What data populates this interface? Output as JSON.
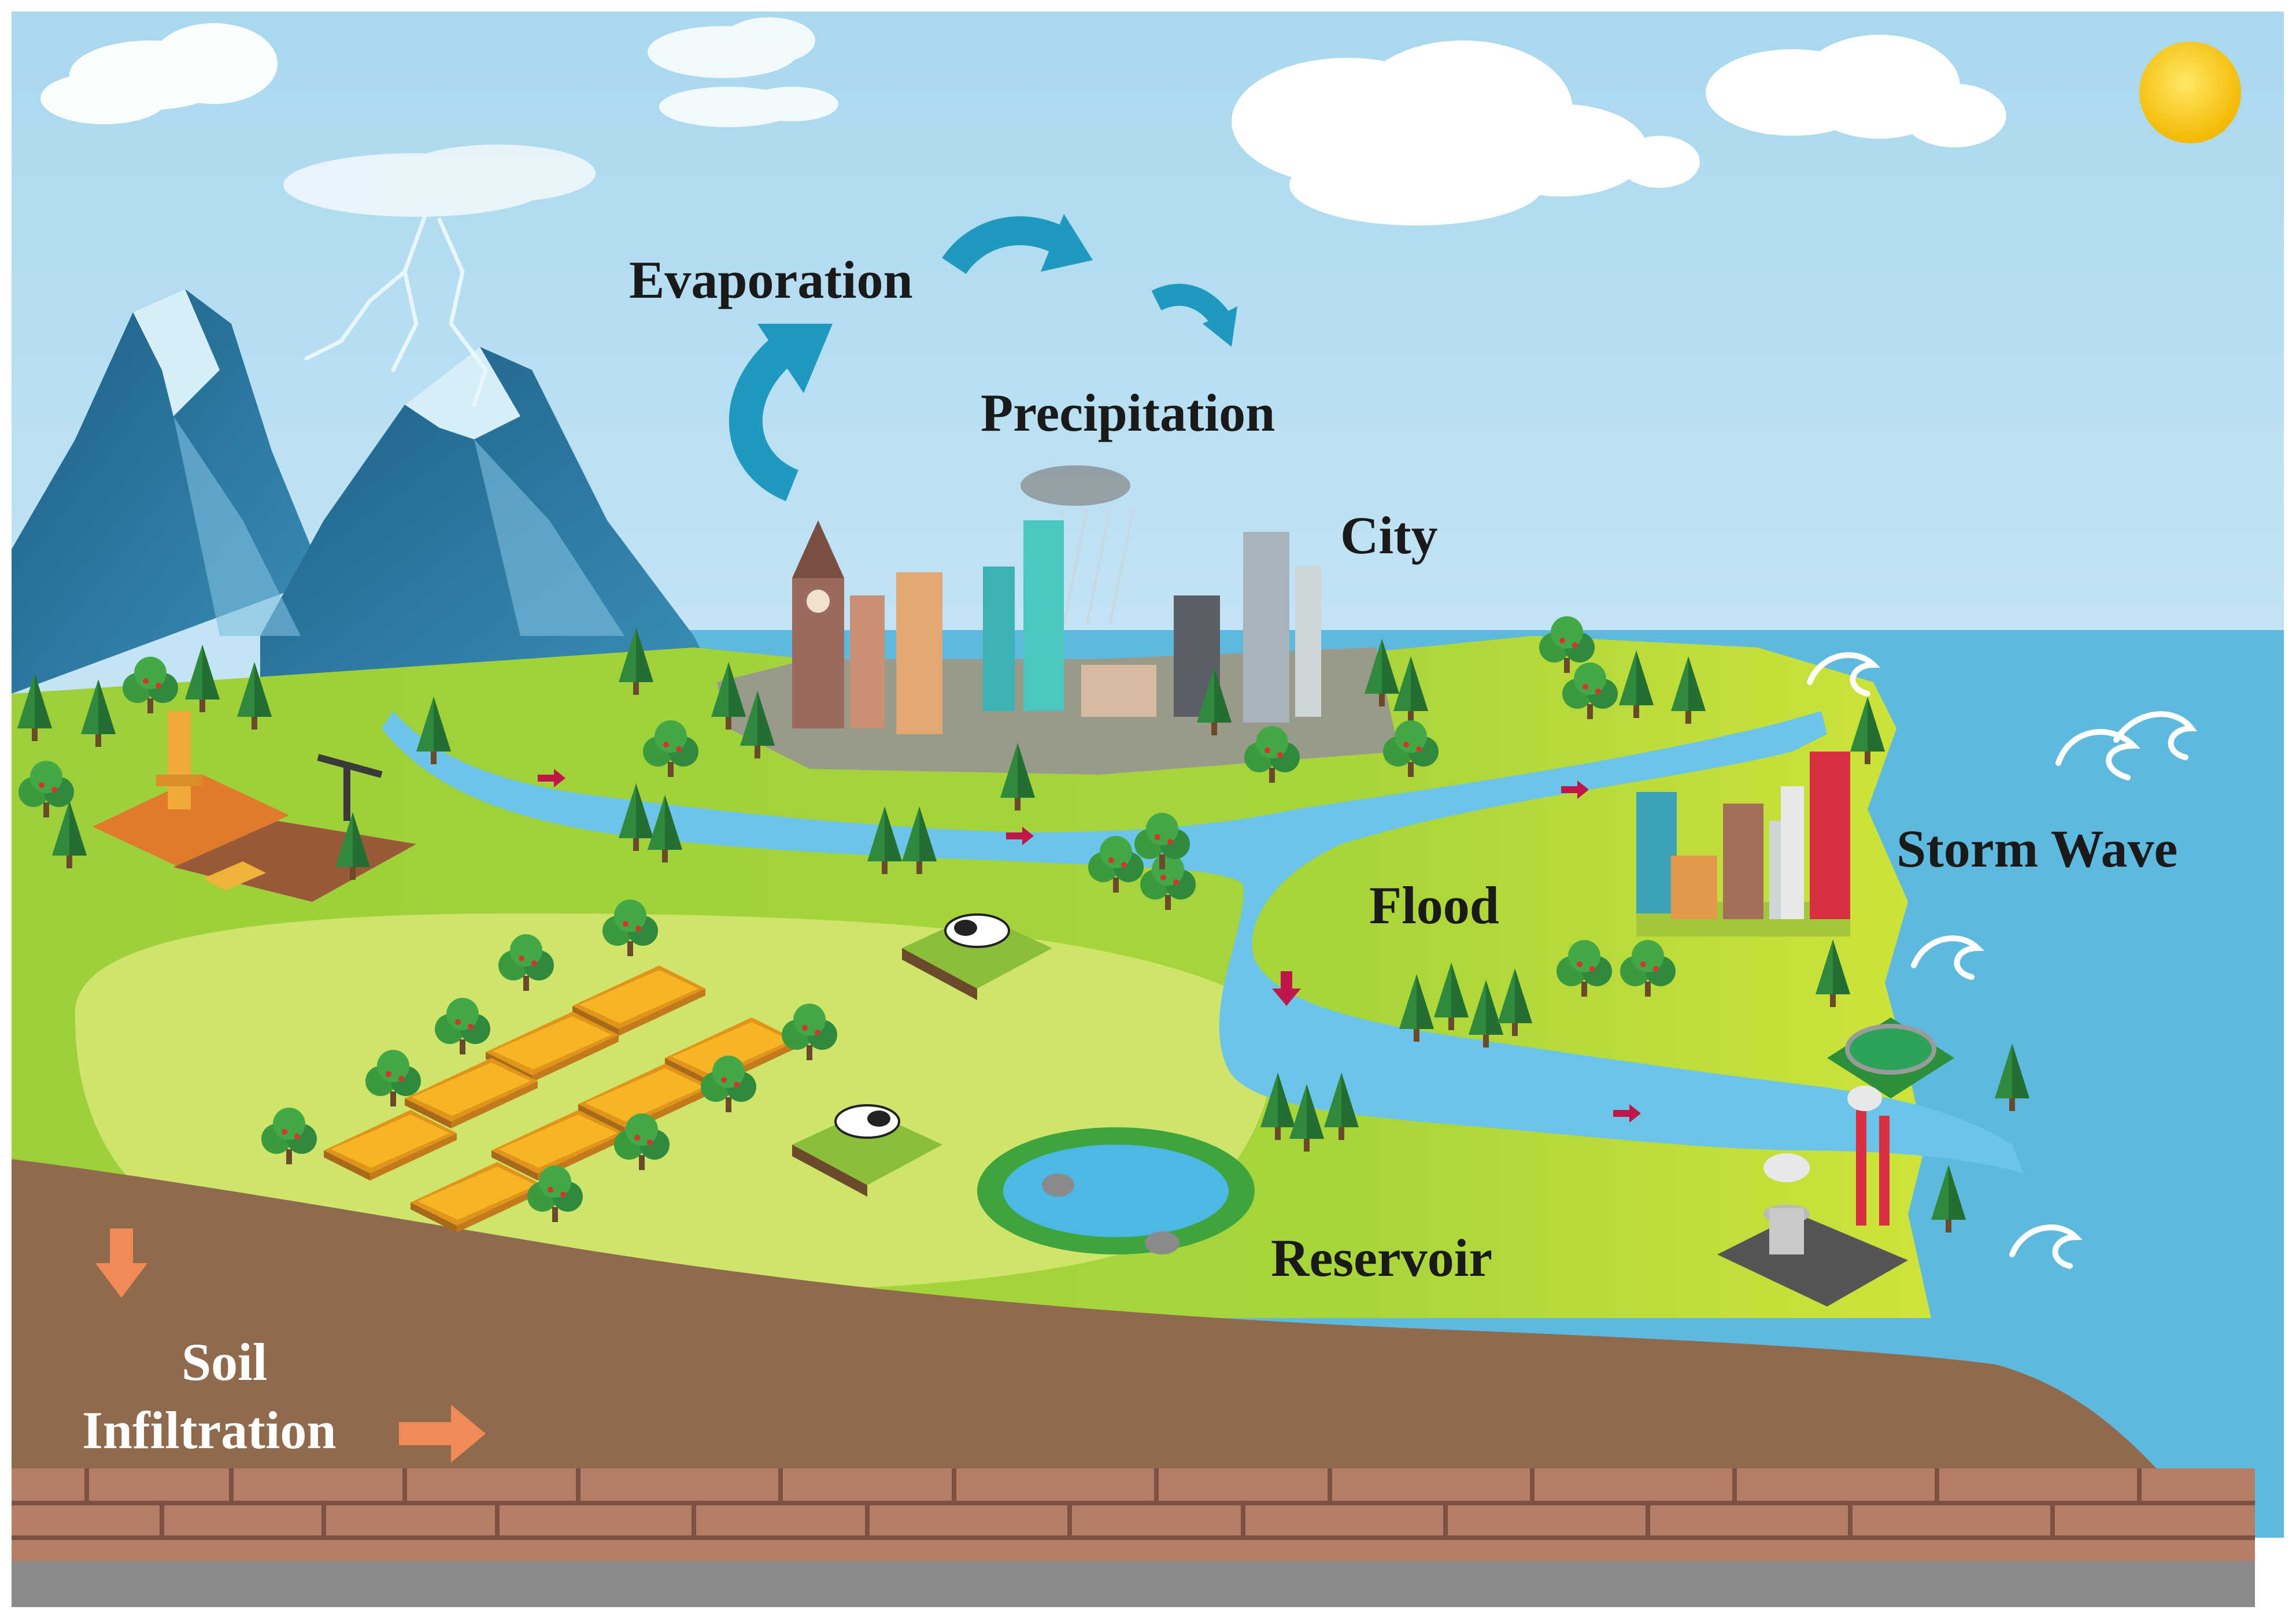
{
  "labels": {
    "evaporation": "Evaporation",
    "precipitation": "Precipitation",
    "city": "City",
    "flood": "Flood",
    "storm_wave": "Storm Wave",
    "reservoir": "Reservoir",
    "soil": "Soil",
    "infiltration": "Infiltration"
  },
  "colors": {
    "sky_top": "#a9d8ef",
    "sky_bottom": "#e6f4fa",
    "sea": "#5db9de",
    "land_light": "#c8dd3a",
    "land_mid": "#9ccf3a",
    "field_pale": "#cfe46a",
    "river": "#6cc4e8",
    "soil": "#8f6a4c",
    "bedrock": "#b37d66",
    "cycle_arrow": "#1f99c0",
    "flow_arrow": "#c0164a",
    "infiltration_arrow": "#f28a57",
    "sun": "#f6c800",
    "mountain": "#2a6f95",
    "tree": "#2f8a3e",
    "crop": "#f2ad1e"
  },
  "icons": [
    "sun-icon",
    "cloud-icon",
    "lightning-icon",
    "mountain-icon",
    "tree-icon",
    "oil-rig-icon",
    "pumpjack-icon",
    "truck-icon",
    "cow-icon",
    "crop-field-icon",
    "building-icon",
    "clock-tower-icon",
    "rain-cloud-icon",
    "wave-icon",
    "fish-pond-icon",
    "power-plant-icon",
    "reservoir-icon",
    "arrow-icon"
  ]
}
